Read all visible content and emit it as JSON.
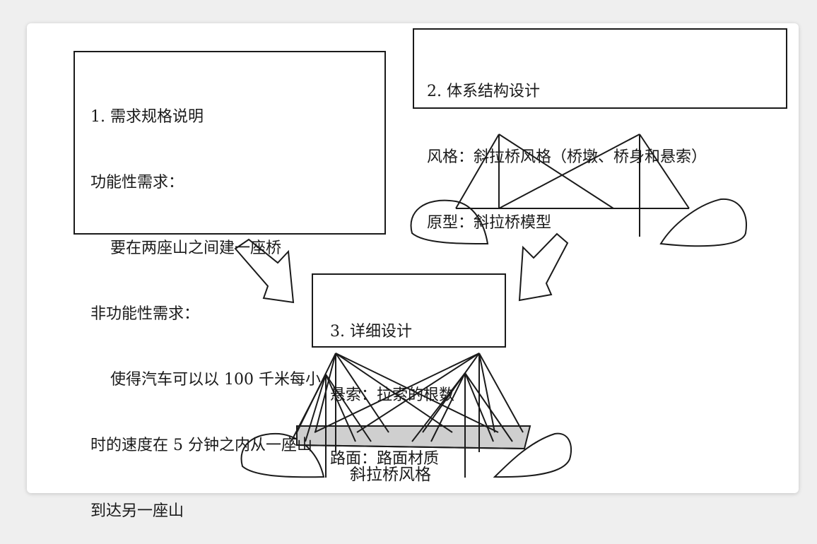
{
  "box1": {
    "lines": [
      "1. 需求规格说明",
      "功能性需求：",
      "要在两座山之间建一座桥",
      "非功能性需求：",
      "使得汽车可以以 100 千米每小",
      "时的速度在 5 分钟之内从一座山",
      "到达另一座山"
    ]
  },
  "box2": {
    "lines": [
      "2. 体系结构设计",
      "风格：斜拉桥风格（桥墩、桥身和悬索）",
      "原型：斜拉桥模型"
    ]
  },
  "box3": {
    "lines": [
      "3. 详细设计",
      "悬索：拉索的根数",
      "路面：路面材质"
    ]
  },
  "caption": "斜拉桥风格"
}
